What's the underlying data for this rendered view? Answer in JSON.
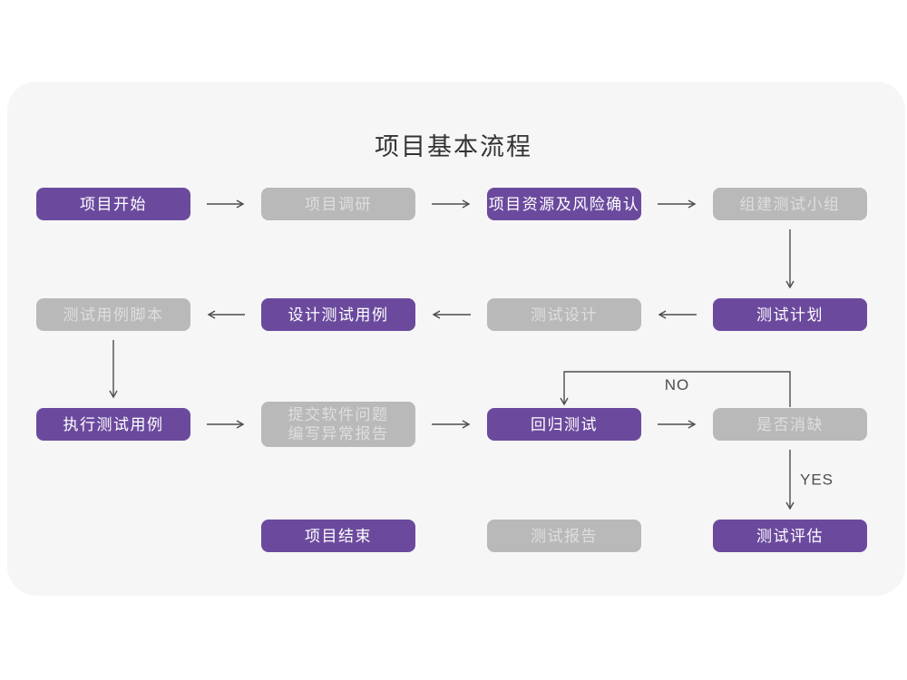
{
  "title": "项目基本流程",
  "colors": {
    "purple": "#6b4a9e",
    "purple_text": "#ffffff",
    "gray": "#b9b9b9",
    "gray_text": "#dedede",
    "panel_bg": "#f6f6f6",
    "arrow": "#4d4d4d",
    "title_text": "#333333"
  },
  "nodes": [
    {
      "id": "project-start",
      "lines": [
        "项目开始"
      ],
      "variant": "purple",
      "row": 0,
      "col": 0
    },
    {
      "id": "project-research",
      "lines": [
        "项目调研"
      ],
      "variant": "gray",
      "row": 0,
      "col": 1
    },
    {
      "id": "resource-risk-confirm",
      "lines": [
        "项目资源及风险确认"
      ],
      "variant": "purple",
      "row": 0,
      "col": 2
    },
    {
      "id": "build-test-team",
      "lines": [
        "组建测试小组"
      ],
      "variant": "gray",
      "row": 0,
      "col": 3
    },
    {
      "id": "test-case-script",
      "lines": [
        "测试用例脚本"
      ],
      "variant": "gray",
      "row": 1,
      "col": 0
    },
    {
      "id": "design-test-case",
      "lines": [
        "设计测试用例"
      ],
      "variant": "purple",
      "row": 1,
      "col": 1
    },
    {
      "id": "test-design",
      "lines": [
        "测试设计"
      ],
      "variant": "gray",
      "row": 1,
      "col": 2
    },
    {
      "id": "test-plan",
      "lines": [
        "测试计划"
      ],
      "variant": "purple",
      "row": 1,
      "col": 3
    },
    {
      "id": "execute-test-case",
      "lines": [
        "执行测试用例"
      ],
      "variant": "purple",
      "row": 2,
      "col": 0
    },
    {
      "id": "submit-issue-report",
      "lines": [
        "提交软件问题",
        "编写异常报告"
      ],
      "variant": "gray",
      "row": 2,
      "col": 1
    },
    {
      "id": "regression-test",
      "lines": [
        "回归测试"
      ],
      "variant": "purple",
      "row": 2,
      "col": 2
    },
    {
      "id": "defect-cleared",
      "lines": [
        "是否消缺"
      ],
      "variant": "gray",
      "row": 2,
      "col": 3
    },
    {
      "id": "project-end",
      "lines": [
        "项目结束"
      ],
      "variant": "purple",
      "row": 3,
      "col": 1
    },
    {
      "id": "test-report",
      "lines": [
        "测试报告"
      ],
      "variant": "gray",
      "row": 3,
      "col": 2
    },
    {
      "id": "test-evaluate",
      "lines": [
        "测试评估"
      ],
      "variant": "purple",
      "row": 3,
      "col": 3
    }
  ],
  "edges": [
    {
      "from": "project-start",
      "to": "project-research",
      "label": ""
    },
    {
      "from": "project-research",
      "to": "resource-risk-confirm",
      "label": ""
    },
    {
      "from": "resource-risk-confirm",
      "to": "build-test-team",
      "label": ""
    },
    {
      "from": "build-test-team",
      "to": "test-plan",
      "label": ""
    },
    {
      "from": "test-plan",
      "to": "test-design",
      "label": ""
    },
    {
      "from": "test-design",
      "to": "design-test-case",
      "label": ""
    },
    {
      "from": "design-test-case",
      "to": "test-case-script",
      "label": ""
    },
    {
      "from": "test-case-script",
      "to": "execute-test-case",
      "label": ""
    },
    {
      "from": "execute-test-case",
      "to": "submit-issue-report",
      "label": ""
    },
    {
      "from": "submit-issue-report",
      "to": "regression-test",
      "label": ""
    },
    {
      "from": "regression-test",
      "to": "defect-cleared",
      "label": ""
    },
    {
      "from": "defect-cleared",
      "to": "regression-test",
      "label": "NO",
      "type": "loop-top"
    },
    {
      "from": "defect-cleared",
      "to": "test-evaluate",
      "label": "YES"
    }
  ]
}
